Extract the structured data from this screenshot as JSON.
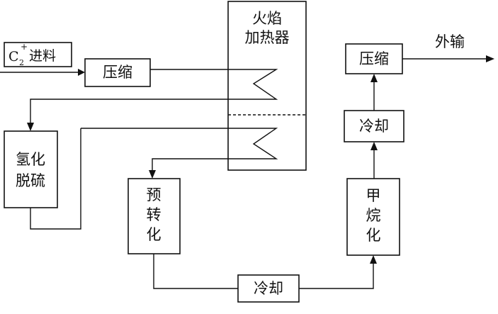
{
  "feed": {
    "base": "C",
    "sub": "2",
    "sup": "+",
    "text": "进料"
  },
  "heater": {
    "line1": "火焰",
    "line2": "加热器"
  },
  "nodes": {
    "compress_in": "压缩",
    "hydro_line1": "氢化",
    "hydro_line2": "脱硫",
    "prereform_line1": "预",
    "prereform_line2": "转",
    "prereform_line3": "化",
    "cool_bottom": "冷却",
    "methan_line1": "甲",
    "methan_line2": "烷",
    "methan_line3": "化",
    "cool_right": "冷却",
    "compress_out": "压缩"
  },
  "output": "外输"
}
